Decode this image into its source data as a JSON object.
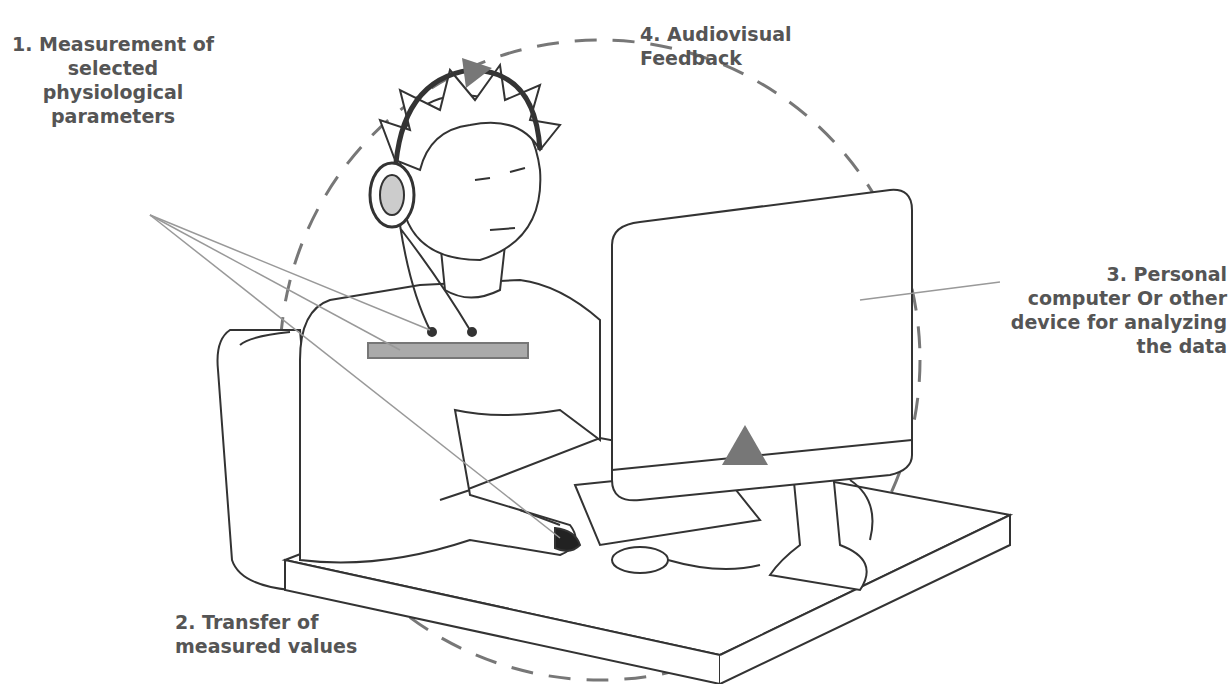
{
  "diagram": {
    "labels": [
      "1. Measurement of selected physiological parameters",
      "2. Transfer of measured values",
      "3. Personal computer Or other device for analyzing the data",
      "4. Audiovisual Feedback"
    ]
  }
}
